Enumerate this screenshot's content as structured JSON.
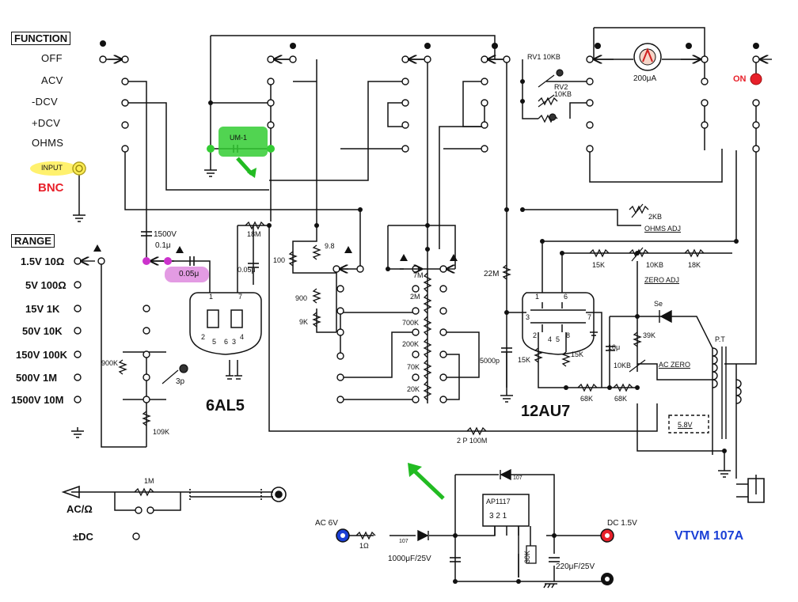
{
  "function_switch": {
    "title": "FUNCTION",
    "positions": [
      "OFF",
      "ACV",
      "-DCV",
      "+DCV",
      "OHMS"
    ],
    "input_label": "INPUT",
    "bnc_note": "BNC"
  },
  "range_switch": {
    "title": "RANGE",
    "positions": [
      "1.5V  10Ω",
      "5V  100Ω",
      "15V  1K",
      "50V  10K",
      "150V  100K",
      "500V  1M",
      "1500V  10M"
    ]
  },
  "components": {
    "c_1500v": "1500V",
    "c_01": "0.1μ",
    "c_005": "0.05μ",
    "r_18m": "18M",
    "c_005b": "0.05μ",
    "r_900k": "900K",
    "trim_3p": "3p",
    "r_109k": "109K",
    "r_9_8": "9.8",
    "r_100": "100",
    "r_900": "900",
    "r_9k": "9K",
    "r_7m": "7M",
    "r_2m": "2M",
    "r_700k": "700K",
    "r_200k": "200K",
    "r_70k": "70K",
    "r_20k": "20K",
    "r_22m": "22M",
    "c_5000p": "5000p",
    "r_15k_a": "15K",
    "r_15k_b": "15K",
    "c_10u": "10μ",
    "r_15k_c": "15K",
    "r_39k": "39K",
    "r_68k_a": "68K",
    "r_68k_b": "68K",
    "vr_10kb_ac": "10KB",
    "ac_zero": "AC ZERO",
    "r_18k": "18K",
    "vr_10kb_zero": "10KB",
    "zero_adj": "ZERO ADJ",
    "vr_2kb": "2KB",
    "ohms_adj": "OHMS ADJ",
    "rv1": "RV1 10KB",
    "rv2": "RV2 10KB",
    "meter": "200μA",
    "on": "ON",
    "diode_se": "Se",
    "pt": "P.T",
    "v58": "5.8V",
    "r_100m": "2 P 100M",
    "um1": "UM-1",
    "tube_6al5": "6AL5",
    "tube_12au7": "12AU7",
    "r_1m_probe": "1M",
    "probe_acohm": "AC/Ω",
    "probe_dc": "±DC",
    "tube_pins_6al5": [
      "1",
      "7",
      "2",
      "5",
      "6",
      "4",
      "3"
    ],
    "tube_pins_12au7": [
      "1",
      "6",
      "3",
      "2",
      "7",
      "8",
      "4",
      "5"
    ]
  },
  "regulator": {
    "ic": "AP1117",
    "pins": "3 2 1",
    "ac_in": "AC 6V",
    "r_in": "1Ω",
    "diode_in": "107",
    "diode_fb": "107",
    "c_in": "1000μF/25V",
    "r_30k": "30K",
    "c_out": "220μF/25V",
    "dc_out": "DC 1.5V"
  },
  "model": "VTVM 107A",
  "colors": {
    "ink": "#111111",
    "highlight_yellow": "#ffee55",
    "highlight_magenta": "#e060e0",
    "highlight_green": "#33cc33",
    "arrow_green": "#22bb22",
    "red": "#e8202a",
    "blue": "#1a3fd6"
  }
}
